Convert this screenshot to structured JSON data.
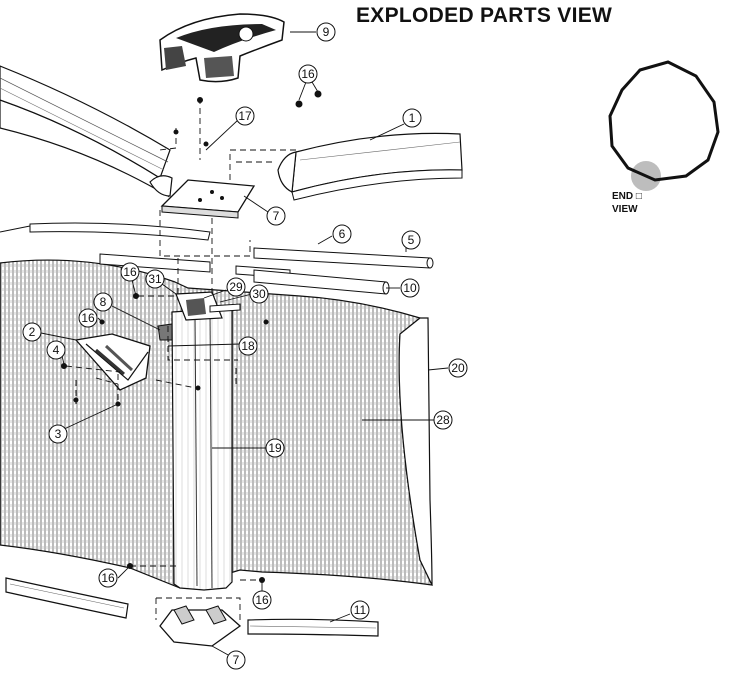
{
  "title": "EXPLODED PARTS VIEW",
  "end_view": {
    "line1": "END □",
    "line2": "VIEW"
  },
  "callouts": [
    {
      "id": "c9",
      "label": "9"
    },
    {
      "id": "c16a",
      "label": "16"
    },
    {
      "id": "c17",
      "label": "17"
    },
    {
      "id": "c1",
      "label": "1"
    },
    {
      "id": "c7a",
      "label": "7"
    },
    {
      "id": "c6",
      "label": "6"
    },
    {
      "id": "c5",
      "label": "5"
    },
    {
      "id": "c16b",
      "label": "16"
    },
    {
      "id": "c31",
      "label": "31"
    },
    {
      "id": "c29",
      "label": "29"
    },
    {
      "id": "c30",
      "label": "30"
    },
    {
      "id": "c10",
      "label": "10"
    },
    {
      "id": "c8",
      "label": "8"
    },
    {
      "id": "c16c",
      "label": "16"
    },
    {
      "id": "c2",
      "label": "2"
    },
    {
      "id": "c18",
      "label": "18"
    },
    {
      "id": "c4",
      "label": "4"
    },
    {
      "id": "c20",
      "label": "20"
    },
    {
      "id": "c3",
      "label": "3"
    },
    {
      "id": "c28",
      "label": "28"
    },
    {
      "id": "c19",
      "label": "19"
    },
    {
      "id": "c16d",
      "label": "16"
    },
    {
      "id": "c16e",
      "label": "16"
    },
    {
      "id": "c11",
      "label": "11"
    },
    {
      "id": "c7b",
      "label": "7"
    }
  ]
}
